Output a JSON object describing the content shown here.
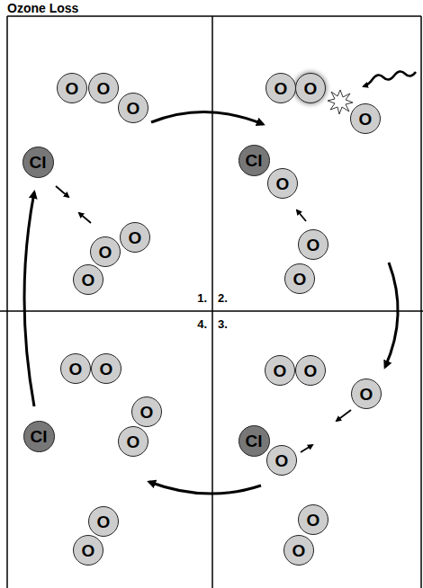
{
  "diagram": {
    "title": "Ozone Loss",
    "nodes": [
      {
        "text": [
          "O"
        ]
      },
      {
        "text": [
          "O"
        ]
      },
      {
        "text": [
          "O"
        ]
      },
      {
        "text": [
          "Cl"
        ]
      },
      {
        "text": [
          "O"
        ]
      },
      {
        "text": [
          "O"
        ]
      },
      {
        "text": [
          "O"
        ]
      },
      {
        "text": [
          "O"
        ]
      },
      {
        "text": [
          "O"
        ]
      },
      {
        "text": [
          "O"
        ]
      },
      {
        "text": [
          "Cl"
        ]
      },
      {
        "text": [
          "O"
        ]
      },
      {
        "text": [
          "O"
        ]
      },
      {
        "text": [
          "O"
        ]
      },
      {
        "text": [
          "O"
        ]
      },
      {
        "text": [
          "O"
        ]
      },
      {
        "text": [
          "O"
        ]
      },
      {
        "text": [
          "Cl"
        ]
      },
      {
        "text": [
          "O"
        ]
      },
      {
        "text": [
          "O"
        ]
      },
      {
        "text": [
          "O"
        ]
      },
      {
        "text": [
          "O"
        ]
      },
      {
        "text": [
          "O"
        ]
      },
      {
        "text": [
          "O"
        ]
      },
      {
        "text": [
          "O"
        ]
      },
      {
        "text": [
          "Cl"
        ]
      },
      {
        "text": [
          "O"
        ]
      },
      {
        "text": [
          "O"
        ]
      }
    ],
    "labels": [
      "1.",
      "2.",
      "4.",
      "3."
    ]
  }
}
